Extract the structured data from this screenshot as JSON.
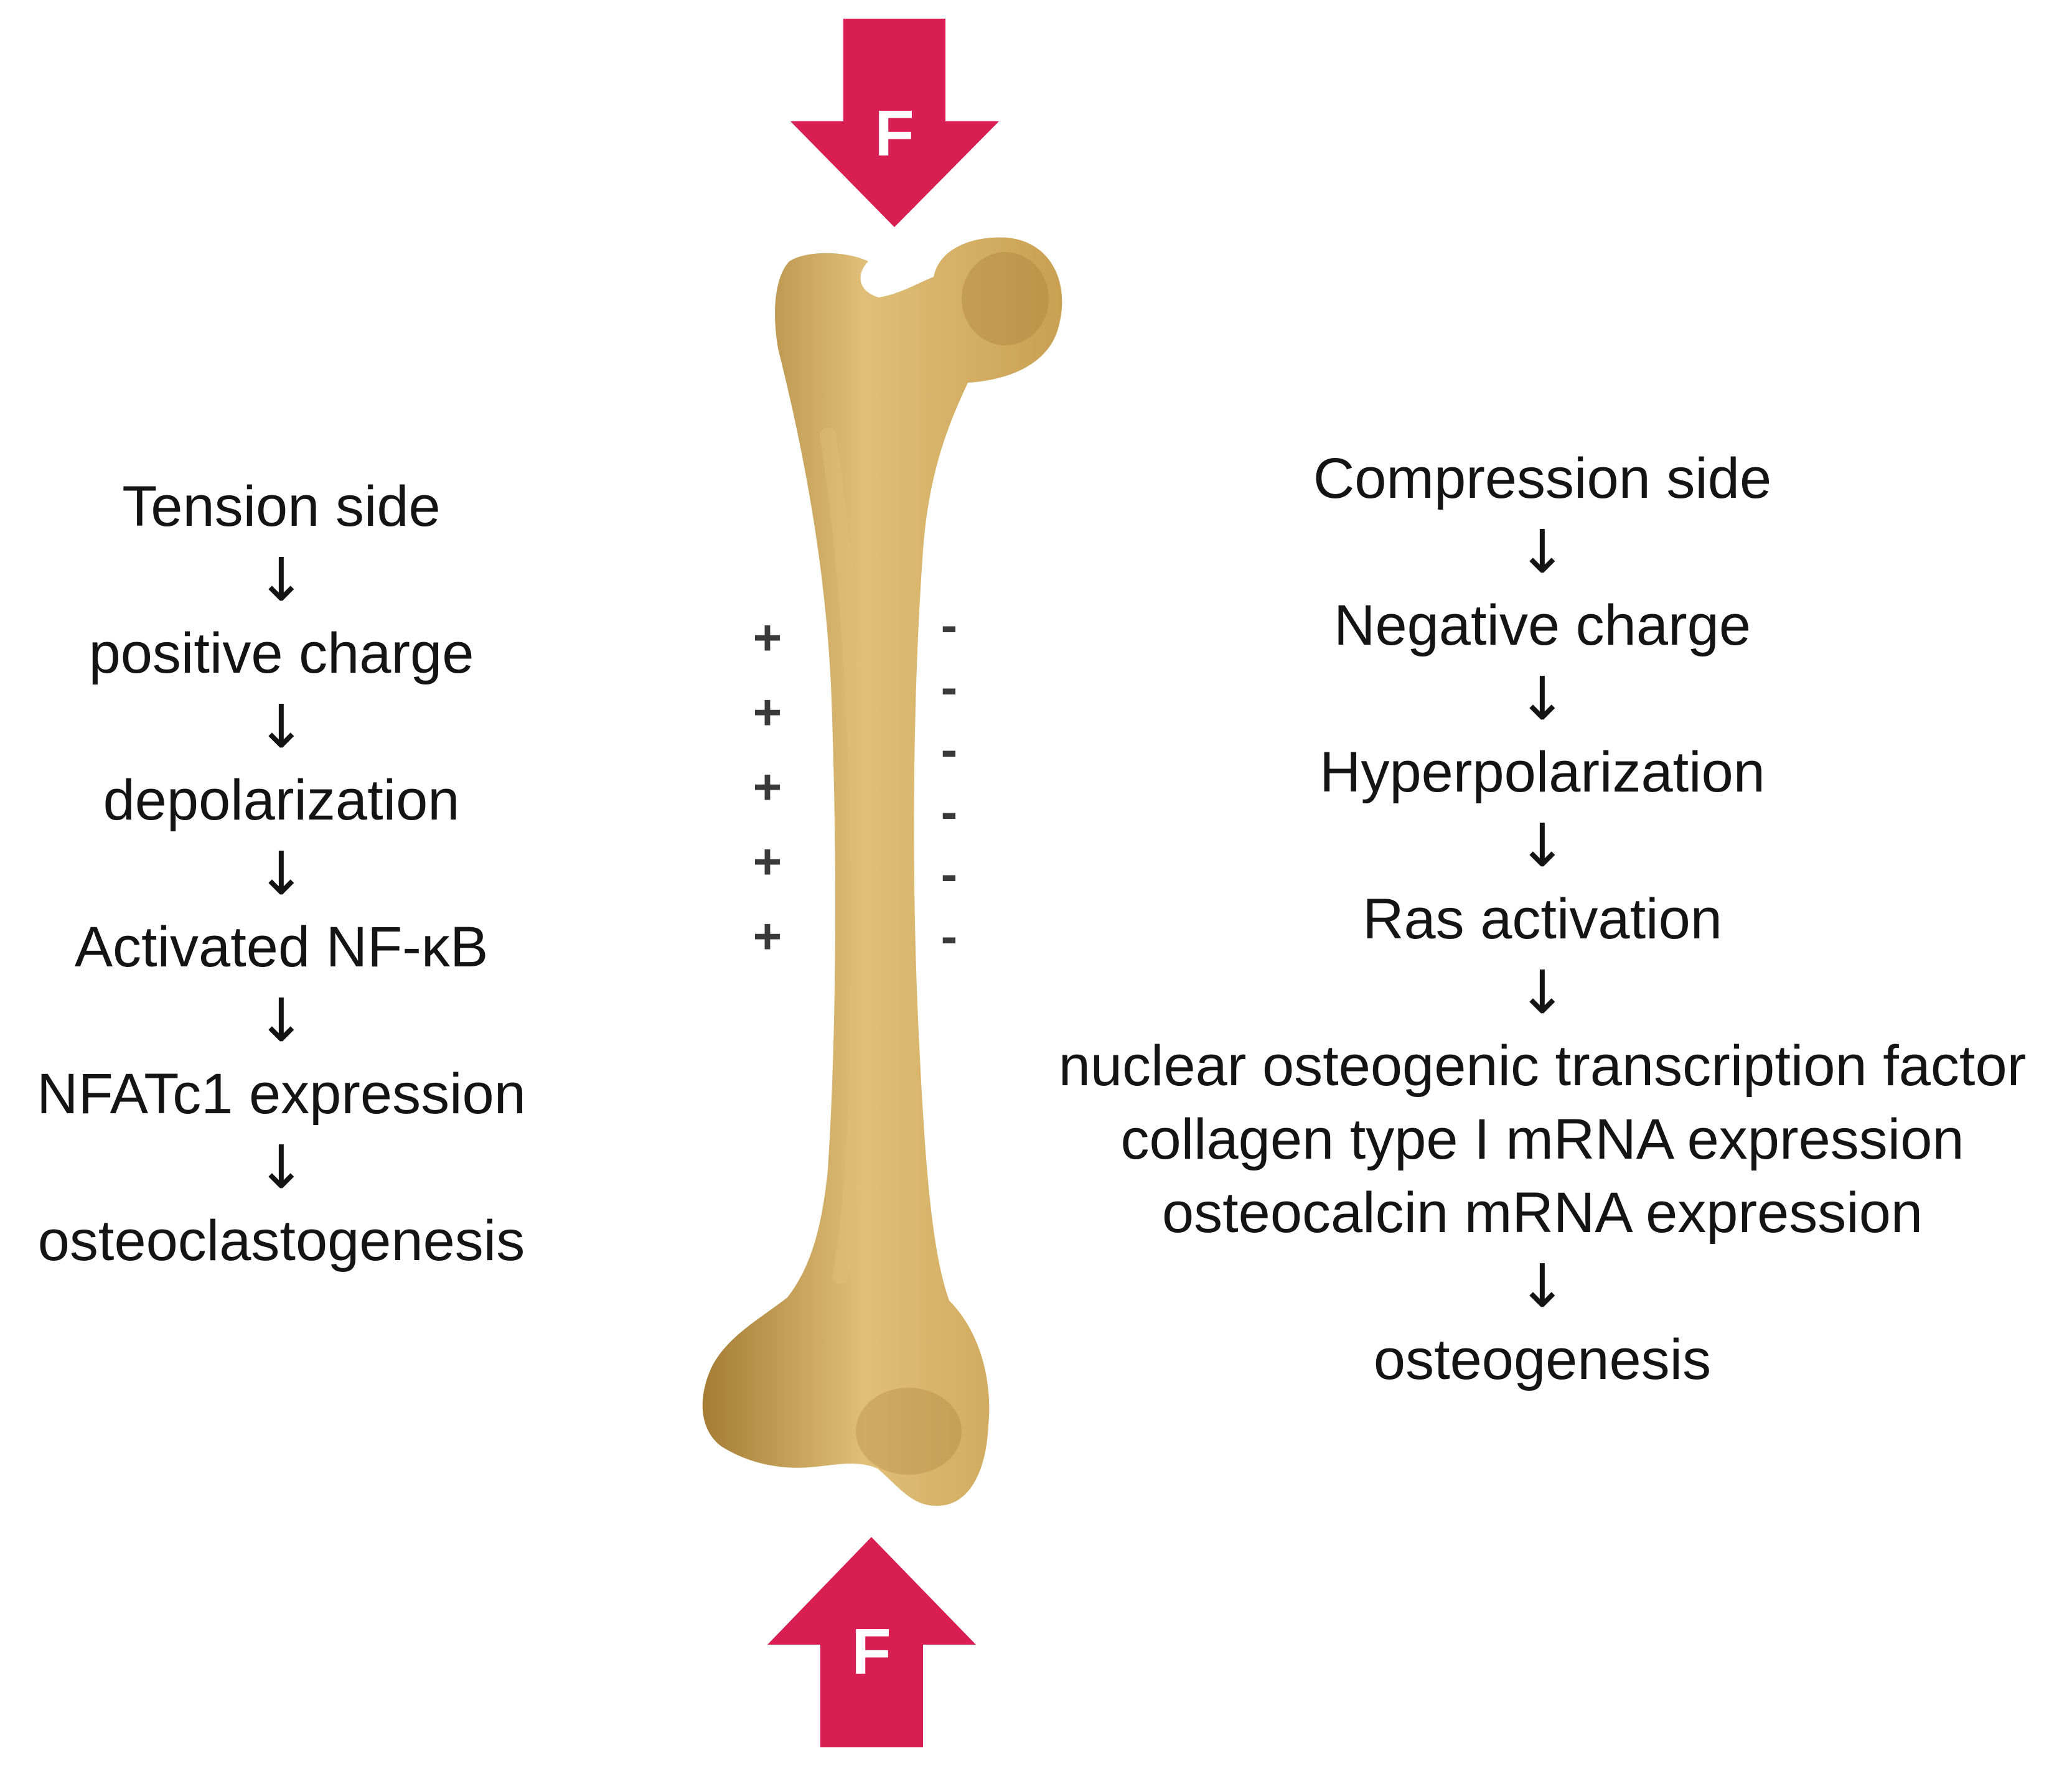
{
  "colors": {
    "force_arrow": "#d81e52",
    "bone_fill": "#c9a052",
    "bone_highlight": "#e0bf78",
    "bone_shadow": "#a57c34",
    "text": "#141414",
    "signs": "#3a3a3a"
  },
  "icons": {
    "bone": "femur-bone-icon",
    "force_arrow": "force-arrow-icon"
  },
  "force": {
    "top_label": "F",
    "bottom_label": "F"
  },
  "tension": {
    "steps": [
      "Tension side",
      "positive charge",
      "depolarization",
      "Activated NF-κB",
      "NFATc1 expression",
      "osteoclastogenesis"
    ]
  },
  "compression": {
    "steps": [
      "Compression side",
      "Negative charge",
      "Hyperpolarization",
      "Ras activation",
      "nuclear osteogenic transcription factor\ncollagen type I mRNA expression\nosteocalcin mRNA expression",
      "osteogenesis"
    ]
  },
  "flow_arrow_glyph": "↓",
  "charges": {
    "positive_signs": [
      "+",
      "+",
      "+",
      "+",
      "+"
    ],
    "negative_signs": [
      "-",
      "-",
      "-",
      "-",
      "-",
      "-"
    ]
  }
}
